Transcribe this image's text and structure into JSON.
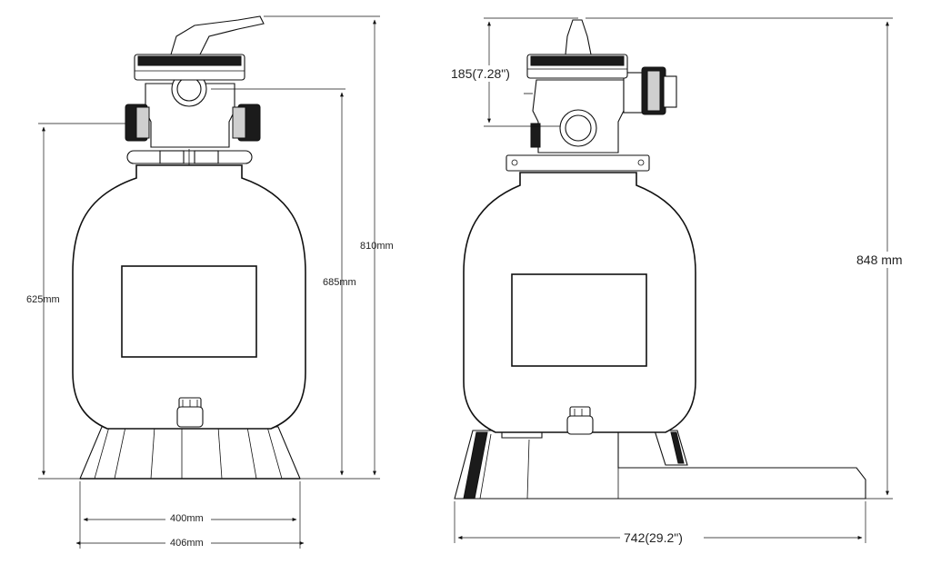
{
  "dimensions": {
    "front_height_total": "810mm",
    "front_height_outlet": "685mm",
    "front_height_side": "625mm",
    "front_base_width": "400mm",
    "front_overall_width": "406mm",
    "side_valve_height": "185(7.28\")",
    "side_height_total": "848 mm",
    "side_overall_length": "742(29.2\")"
  },
  "colors": {
    "line": "#111111",
    "fill": "#ffffff",
    "dark": "#1b1b1b"
  }
}
